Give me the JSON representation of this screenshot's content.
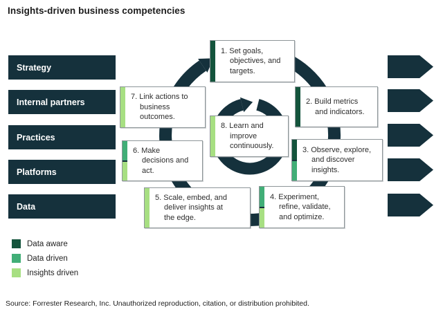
{
  "title": "Insights-driven business competencies",
  "colors": {
    "dark_teal": "#15313c",
    "data_aware": "#14543c",
    "data_driven": "#41ae77",
    "insights_driven": "#a7df82",
    "box_border": "#8d9598"
  },
  "sidebar": {
    "items": [
      {
        "label": "Strategy"
      },
      {
        "label": "Internal partners"
      },
      {
        "label": "Practices"
      },
      {
        "label": "Platforms"
      },
      {
        "label": "Data"
      }
    ]
  },
  "cycle": {
    "nodes": [
      {
        "label": "1. Set goals,\nobjectives, and\ntargets.",
        "categories": [
          "data_aware"
        ]
      },
      {
        "label": "2. Build metrics\nand indicators.",
        "categories": [
          "data_aware"
        ]
      },
      {
        "label": "3. Observe, explore,\nand discover\ninsights.",
        "categories": [
          "data_aware",
          "data_driven"
        ]
      },
      {
        "label": "4. Experiment,\nrefine, validate,\nand optimize.",
        "categories": [
          "data_driven",
          "insights_driven"
        ]
      },
      {
        "label": "5. Scale, embed, and\ndeliver insights at\nthe edge.",
        "categories": [
          "insights_driven"
        ]
      },
      {
        "label": "6. Make\ndecisions and\nact.",
        "categories": [
          "data_driven",
          "insights_driven"
        ]
      },
      {
        "label": "7. Link actions to\nbusiness\noutcomes.",
        "categories": [
          "insights_driven"
        ]
      },
      {
        "label": "8. Learn and\nimprove\ncontinuously.",
        "categories": [
          "insights_driven"
        ]
      }
    ]
  },
  "legend": {
    "items": [
      {
        "label": "Data aware",
        "key": "data_aware"
      },
      {
        "label": "Data driven",
        "key": "data_driven"
      },
      {
        "label": "Insights driven",
        "key": "insights_driven"
      }
    ]
  },
  "source": "Source: Forrester Research, Inc. Unauthorized reproduction, citation, or distribution prohibited."
}
